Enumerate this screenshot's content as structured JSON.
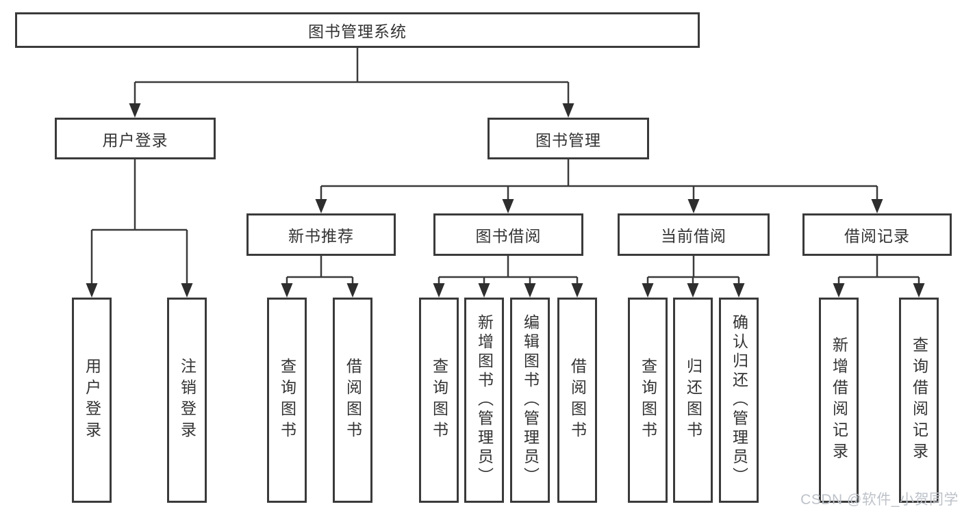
{
  "diagram": {
    "title": "图书管理系统",
    "branches": [
      {
        "label": "用户登录",
        "children": [
          {
            "label": "用户登录"
          },
          {
            "label": "注销登录"
          }
        ]
      },
      {
        "label": "图书管理",
        "children": [
          {
            "label": "新书推荐",
            "children": [
              {
                "label": "查询图书"
              },
              {
                "label": "借阅图书"
              }
            ]
          },
          {
            "label": "图书借阅",
            "children": [
              {
                "label": "查询图书"
              },
              {
                "label": "新增图书（管理员）"
              },
              {
                "label": "编辑图书（管理员）"
              },
              {
                "label": "借阅图书"
              }
            ]
          },
          {
            "label": "当前借阅",
            "children": [
              {
                "label": "查询图书"
              },
              {
                "label": "归还图书"
              },
              {
                "label": "确认归还（管理员）"
              }
            ]
          },
          {
            "label": "借阅记录",
            "children": [
              {
                "label": "新增借阅记录"
              },
              {
                "label": "查询借阅记录"
              }
            ]
          }
        ]
      }
    ]
  },
  "watermark": {
    "text": "CSDN @软件_小贺同学",
    "color": "#bdc2c9"
  },
  "colors": {
    "background": "#ffffff",
    "line": "#3a3a3a",
    "box_border": "#3a3a3a",
    "text": "#333333",
    "arrow": "#2e2e2e"
  }
}
